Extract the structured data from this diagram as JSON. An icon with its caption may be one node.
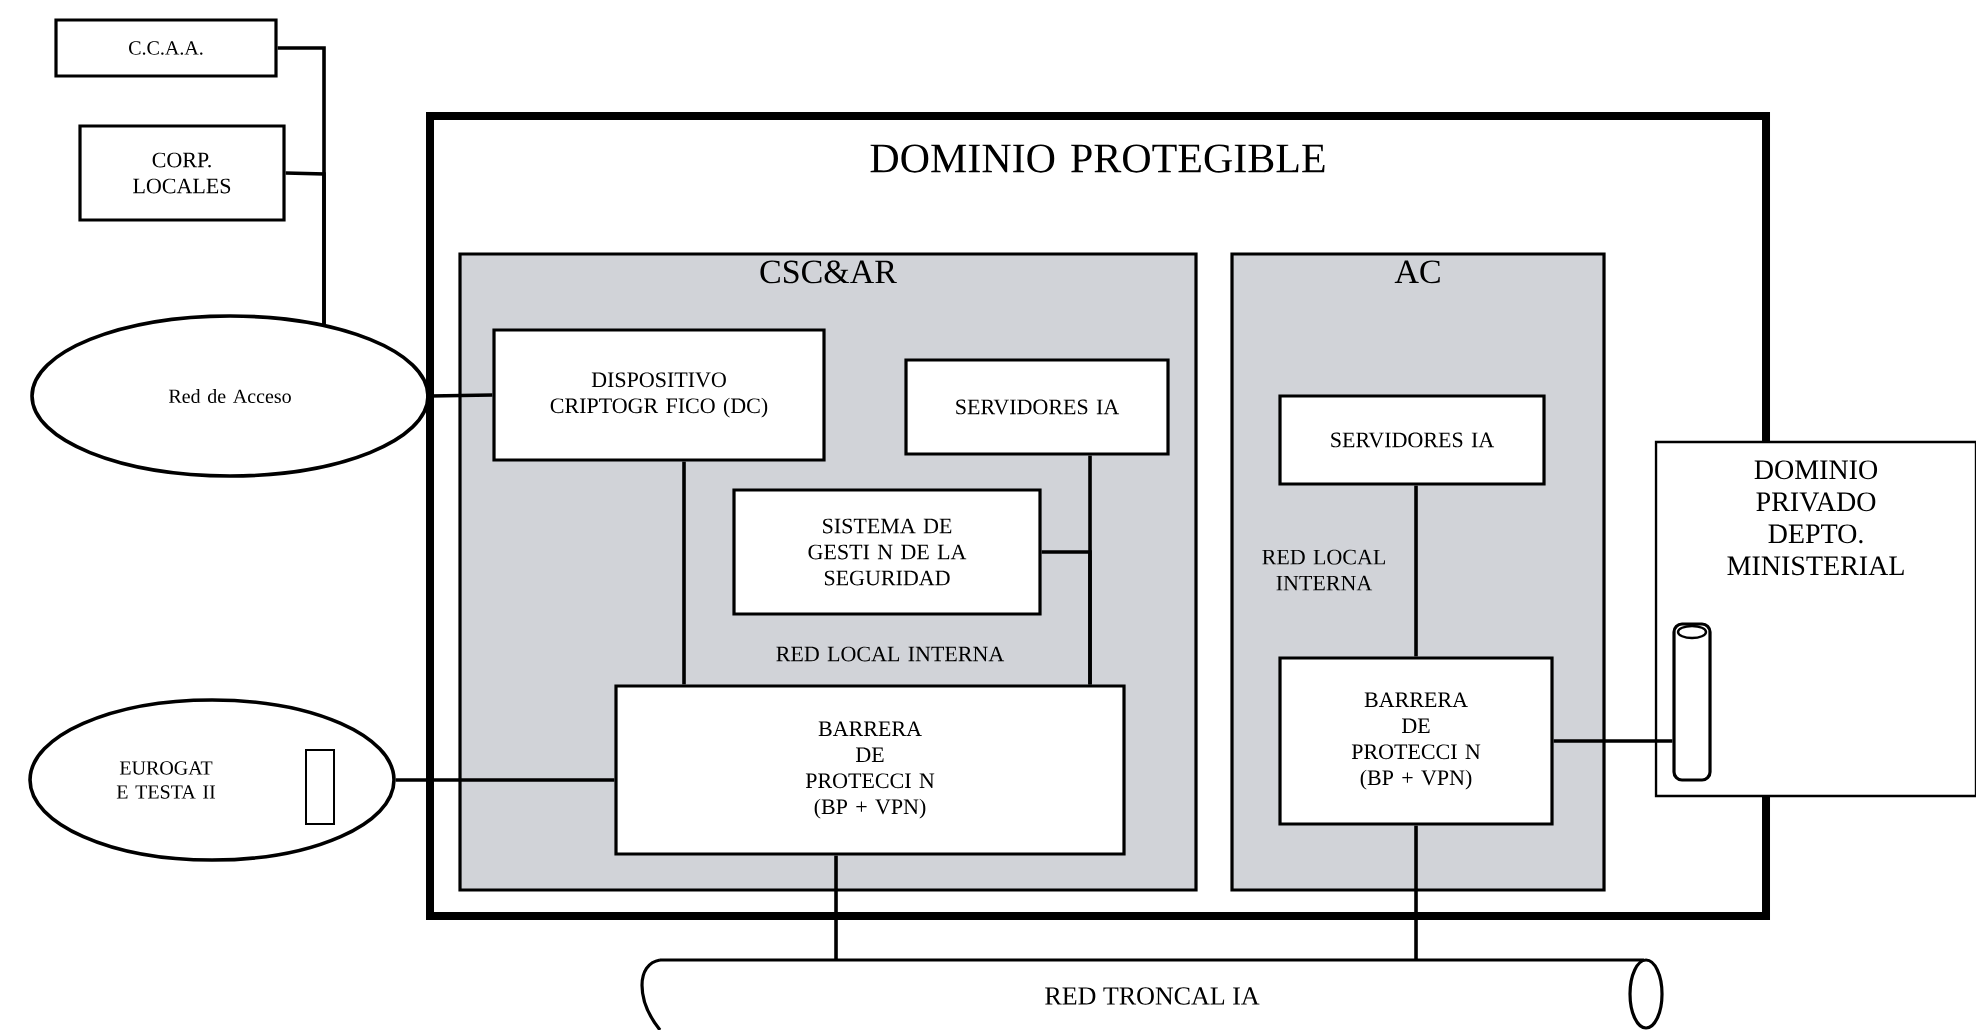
{
  "diagram": {
    "nodes": [
      {
        "text": [
          "C.C.A.A."
        ]
      },
      {
        "text": [
          "CORP. LOCALES"
        ]
      },
      {
        "text": [
          "Red de Acceso"
        ]
      },
      {
        "text": [
          "DOMINIO PROTEGIBLE"
        ]
      },
      {
        "text": [
          "CSC&AR"
        ],
        "in": 3
      },
      {
        "text": [
          "DISPOSITIVO CRIPTOGR FICO (DC)"
        ],
        "in": 4
      },
      {
        "text": [
          "SERVIDORES IA"
        ],
        "in": 4
      },
      {
        "text": [
          "SISTEMA DE GESTI N DE LA SEGURIDAD"
        ],
        "in": 4
      },
      {
        "text": [
          "BARRERA DE PROTECCI N (BP + VPN)"
        ],
        "in": 4
      },
      {
        "text": [
          "AC"
        ],
        "in": 3
      },
      {
        "text": [
          "SERVIDORES IA"
        ],
        "in": 9
      },
      {
        "text": [
          "BARRERA DE PROTECCI N (BP + VPN)"
        ],
        "in": 9
      },
      {
        "text": [
          "DOMINIO PRIVADO DEPTO. MINISTERIAL"
        ]
      },
      {
        "text": [],
        "shape": "cylinder"
      },
      {
        "text": [
          "EUROGAT E TESTA II"
        ]
      },
      {
        "text": [
          "RED TRONCAL IA"
        ]
      }
    ],
    "edges": [
      {
        "from": 0,
        "to": 2,
        "arrow": "none"
      },
      {
        "from": 1,
        "to": 2,
        "arrow": "none"
      },
      {
        "from": 2,
        "to": 5,
        "arrow": "none"
      },
      {
        "from": 5,
        "to": 8,
        "arrow": "none"
      },
      {
        "from": 6,
        "to": 8,
        "arrow": "none"
      },
      {
        "from": 7,
        "to": 8,
        "arrow": "none"
      },
      {
        "from": 14,
        "to": 8,
        "arrow": "none"
      },
      {
        "from": 10,
        "to": 11,
        "arrow": "none"
      },
      {
        "from": 11,
        "to": 13,
        "arrow": "none"
      },
      {
        "from": 8,
        "to": 15,
        "arrow": "none"
      },
      {
        "from": 11,
        "to": 15,
        "arrow": "none"
      }
    ],
    "labels": [
      "RED LOCAL INTERNA",
      "RED LOCAL INTERNA"
    ]
  }
}
